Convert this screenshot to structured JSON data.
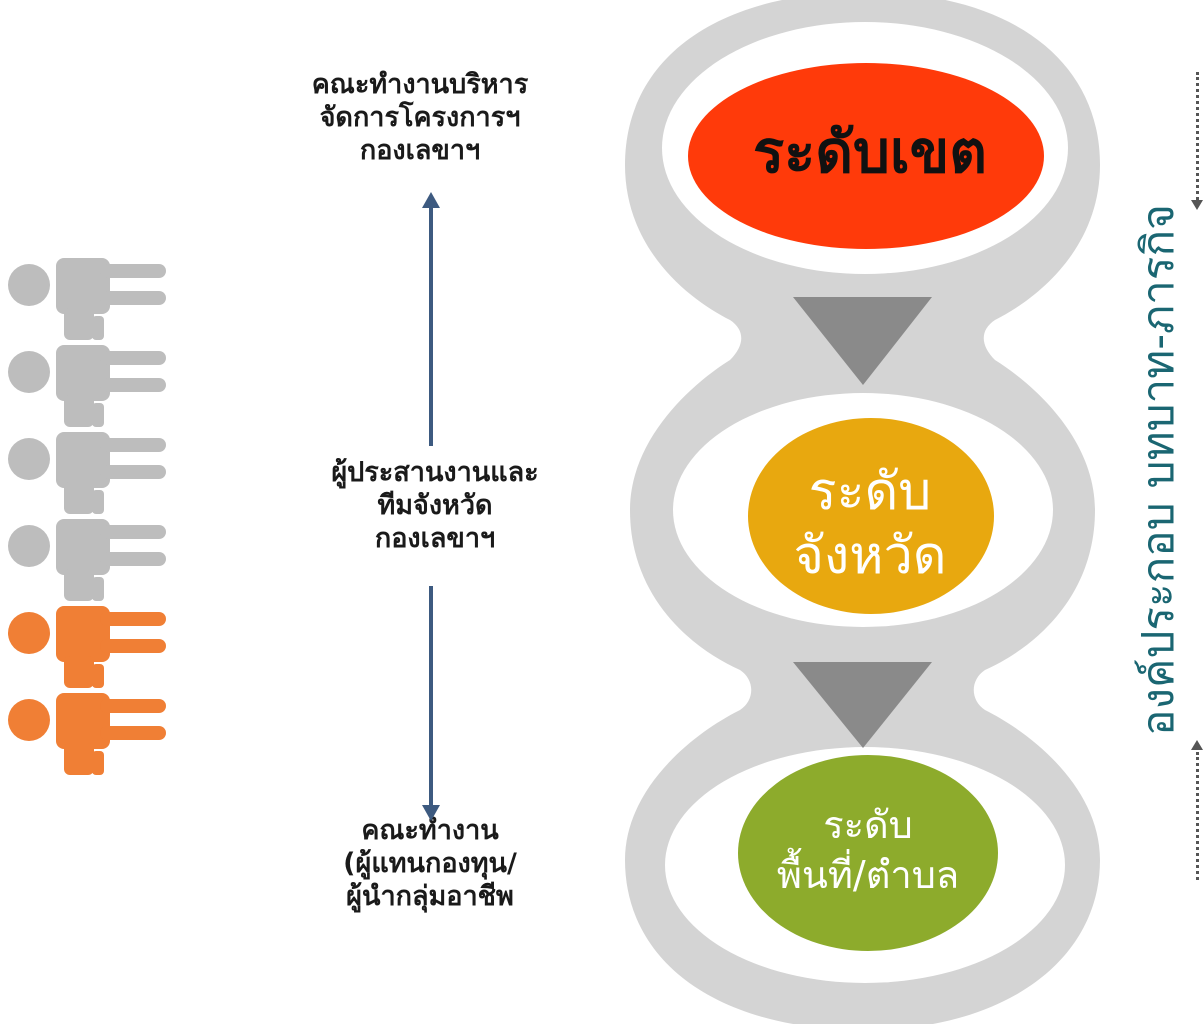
{
  "left_labels": {
    "top": [
      "คณะทำงานบริหาร",
      "จัดการโครงการฯ",
      "กองเลขาฯ"
    ],
    "middle": [
      "ผู้ประสานงานและ",
      "ทีมจังหวัด",
      "กองเลขาฯ"
    ],
    "bottom": [
      "คณะทำงาน",
      "(ผู้แทนกองทุน/",
      "ผู้นำกลุ่มอาชีพ"
    ]
  },
  "levels": {
    "district": {
      "lines": [
        "ระดับเขต"
      ],
      "color": "#ff3a0a",
      "text_color": "#111111"
    },
    "province": {
      "lines": [
        "ระดับ",
        "จังหวัด"
      ],
      "color": "#e8a80f",
      "text_color": "#ffffff"
    },
    "area": {
      "lines": [
        "ระดับ",
        "พื้นที่/ตำบล"
      ],
      "color": "#8dab2c",
      "text_color": "#ffffff"
    }
  },
  "side_title": "องค์ประกอบ บทบาท-ภารกิจ",
  "people_icons": [
    {
      "color": "#bdbdbd"
    },
    {
      "color": "#bdbdbd"
    },
    {
      "color": "#bdbdbd"
    },
    {
      "color": "#bdbdbd"
    },
    {
      "color": "#f07f35"
    },
    {
      "color": "#f07f35"
    }
  ],
  "colors": {
    "ring": "#d4d4d4",
    "ring_inner": "#ffffff",
    "arrow": "#8a8a8a",
    "axis": "#3d5a80",
    "side_title": "#1a6672"
  }
}
